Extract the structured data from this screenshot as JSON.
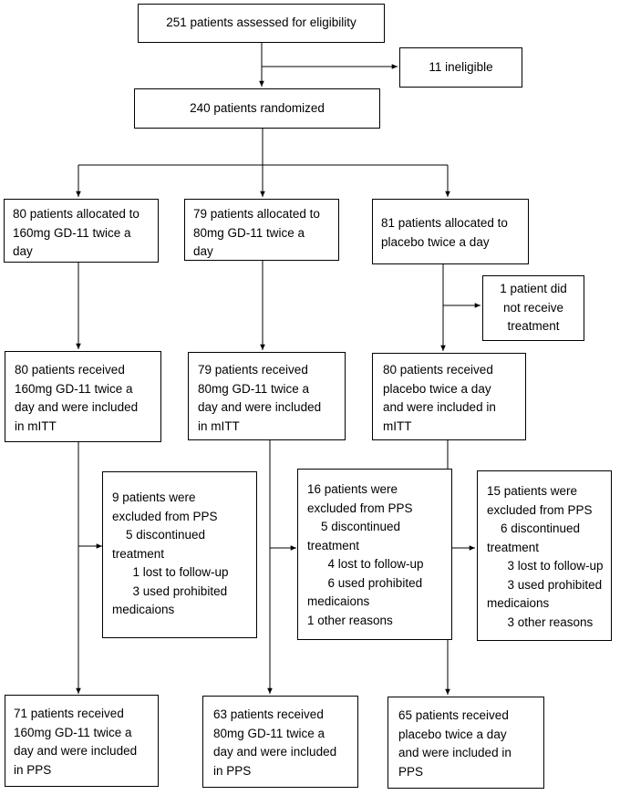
{
  "assessed": "251 patients assessed for eligibility",
  "ineligible": "11 ineligible",
  "randomized": "240 patients randomized",
  "allocated": [
    [
      "80 patients allocated to",
      "160mg GD-11 twice a",
      "day"
    ],
    [
      "79 patients allocated to",
      "80mg GD-11 twice a",
      "day"
    ],
    [
      "81 patients allocated to",
      "placebo twice a day"
    ]
  ],
  "not_treated": [
    "1 patient did",
    "not receive",
    "treatment"
  ],
  "mitt": [
    [
      "80 patients received",
      "160mg GD-11 twice a",
      "day and were included",
      "in mITT"
    ],
    [
      "79 patients received",
      "80mg GD-11 twice a",
      "day and were included",
      "in mITT"
    ],
    [
      "80 patients received",
      "placebo twice a day",
      "and were included in",
      "mITT"
    ]
  ],
  "excluded": [
    [
      "9 patients were",
      "excluded from PPS",
      "    5 discontinued",
      "treatment",
      "      1 lost to follow-up",
      "      3 used prohibited",
      "medicaions"
    ],
    [
      "16 patients were",
      "excluded from PPS",
      "    5 discontinued",
      "treatment",
      "      4 lost to follow-up",
      "      6 used prohibited",
      "medicaions",
      "1 other reasons"
    ],
    [
      "15 patients were",
      "excluded from PPS",
      "    6 discontinued",
      "treatment",
      "      3 lost to follow-up",
      "      3 used prohibited",
      "medicaions",
      "      3 other reasons"
    ]
  ],
  "pps": [
    [
      "71 patients received",
      "160mg GD-11 twice a",
      "day and were included",
      "in PPS"
    ],
    [
      "63 patients received",
      "80mg GD-11 twice a",
      "day and were included",
      "in PPS"
    ],
    [
      "65 patients received",
      "placebo twice a day",
      "and were included in",
      "PPS"
    ]
  ]
}
